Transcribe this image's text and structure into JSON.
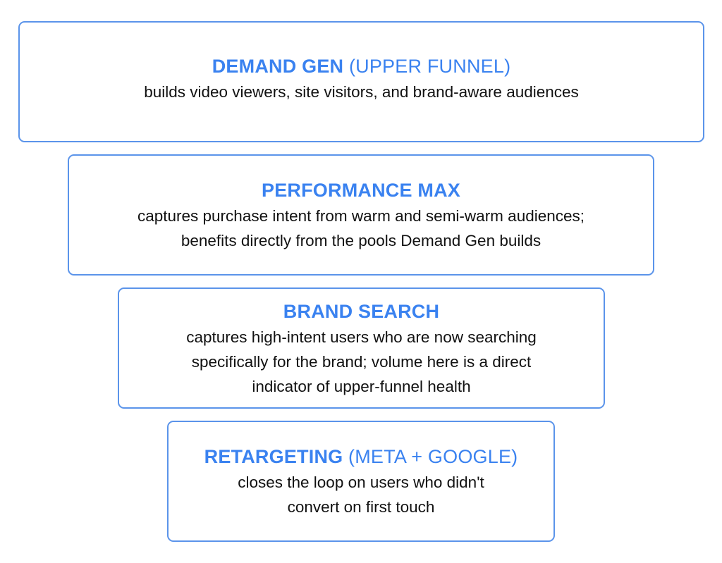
{
  "funnel": {
    "stages": [
      {
        "title_bold": "DEMAND GEN",
        "title_light": "(UPPER FUNNEL)",
        "lines": [
          "builds video viewers, site visitors, and brand-aware audiences"
        ]
      },
      {
        "title_bold": "PERFORMANCE MAX",
        "title_light": "",
        "lines": [
          "captures purchase intent from warm and semi-warm audiences;",
          "benefits directly from the pools Demand Gen builds"
        ]
      },
      {
        "title_bold": "BRAND SEARCH",
        "title_light": "",
        "lines": [
          "captures high-intent users who are now searching",
          "specifically for the brand; volume here is a direct",
          "indicator of upper-funnel health"
        ]
      },
      {
        "title_bold": "RETARGETING",
        "title_light": "(META + GOOGLE)",
        "lines": [
          "closes the loop on users who didn't",
          "convert on first touch"
        ]
      }
    ]
  },
  "colors": {
    "accent": "#3a82f0",
    "border": "#5b94ea",
    "text": "#111111"
  }
}
